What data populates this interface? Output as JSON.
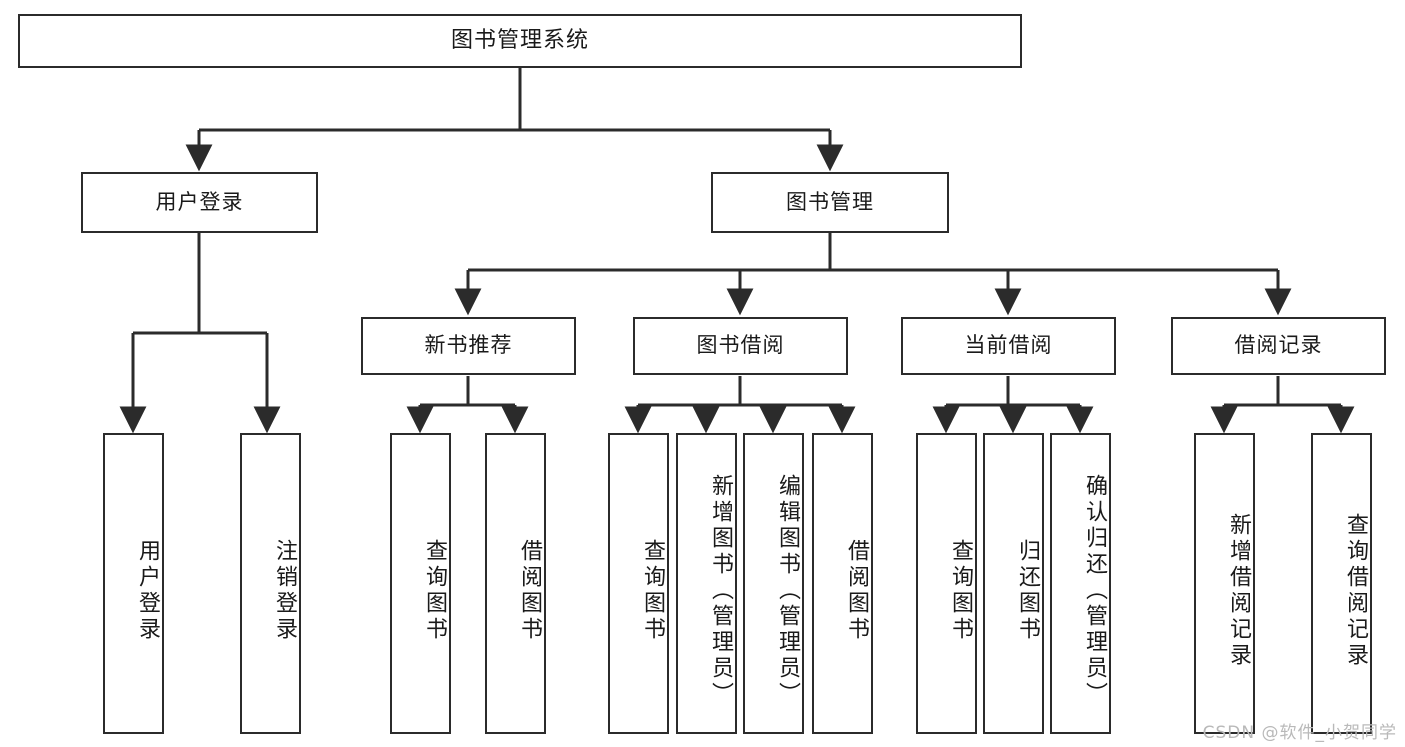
{
  "diagram": {
    "title": "图书管理系统",
    "watermark": "CSDN @软件_小贺同学",
    "line_color": "#2b2b2b",
    "box_fill": "#ffffff",
    "text_color": "#1a1a1a",
    "watermark_color": "#b9b9b9",
    "root": {
      "label": "图书管理系统"
    },
    "level2": [
      {
        "label": "用户登录"
      },
      {
        "label": "图书管理"
      }
    ],
    "level3": [
      {
        "label": "新书推荐"
      },
      {
        "label": "图书借阅"
      },
      {
        "label": "当前借阅"
      },
      {
        "label": "借阅记录"
      }
    ],
    "leaves": {
      "user_login": [
        {
          "label": "用户登录"
        },
        {
          "label": "注销登录"
        }
      ],
      "new_book_recommend": [
        {
          "label": "查询图书"
        },
        {
          "label": "借阅图书"
        }
      ],
      "book_borrow": [
        {
          "label": "查询图书"
        },
        {
          "label": "新增图书（管理员）"
        },
        {
          "label": "编辑图书（管理员）"
        },
        {
          "label": "借阅图书"
        }
      ],
      "current_borrow": [
        {
          "label": "查询图书"
        },
        {
          "label": "归还图书"
        },
        {
          "label": "确认归还（管理员）"
        }
      ],
      "borrow_record": [
        {
          "label": "新增借阅记录"
        },
        {
          "label": "查询借阅记录"
        }
      ]
    }
  }
}
